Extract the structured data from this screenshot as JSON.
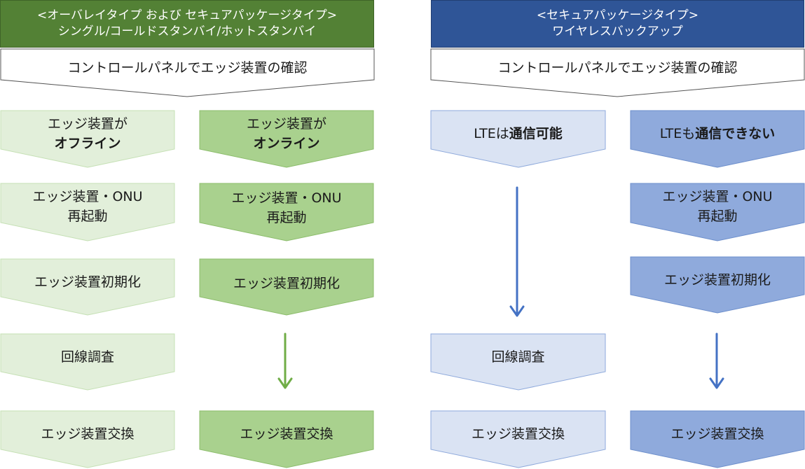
{
  "header_left": {
    "line1": "<オーバレイタイプ および セキュアパッケージタイプ>",
    "line2": "シングル/コールドスタンバイ/ホットスタンバイ"
  },
  "header_right": {
    "line1": "<セキュアパッケージタイプ>",
    "line2": "ワイヤレスバックアップ"
  },
  "control_panel_left": "コントロールパネルでエッジ装置の確認",
  "control_panel_right": "コントロールパネルでエッジ装置の確認",
  "col1": {
    "status_pre": "エッジ装置が",
    "status_bold": "オフライン",
    "restart_l1": "エッジ装置・ONU",
    "restart_l2": "再起動",
    "init": "エッジ装置初期化",
    "survey": "回線調査",
    "replace": "エッジ装置交換"
  },
  "col2": {
    "status_pre": "エッジ装置が",
    "status_bold": "オンライン",
    "restart_l1": "エッジ装置・ONU",
    "restart_l2": "再起動",
    "init": "エッジ装置初期化",
    "replace": "エッジ装置交換"
  },
  "col3": {
    "status_pre": "LTEは",
    "status_bold": "通信可能",
    "survey": "回線調査",
    "replace": "エッジ装置交換"
  },
  "col4": {
    "status_pre": "LTEも",
    "status_bold": "通信できない",
    "restart_l1": "エッジ装置・ONU",
    "restart_l2": "再起動",
    "init": "エッジ装置初期化",
    "replace": "エッジ装置交換"
  },
  "colors": {
    "green_header": "#538135",
    "blue_header": "#2f5597",
    "green_light": "#e2efda",
    "green_mid": "#a9d18e",
    "blue_light": "#dae3f3",
    "blue_mid": "#8faadc",
    "arrow_green": "#70ad47",
    "arrow_blue": "#4472c4"
  }
}
